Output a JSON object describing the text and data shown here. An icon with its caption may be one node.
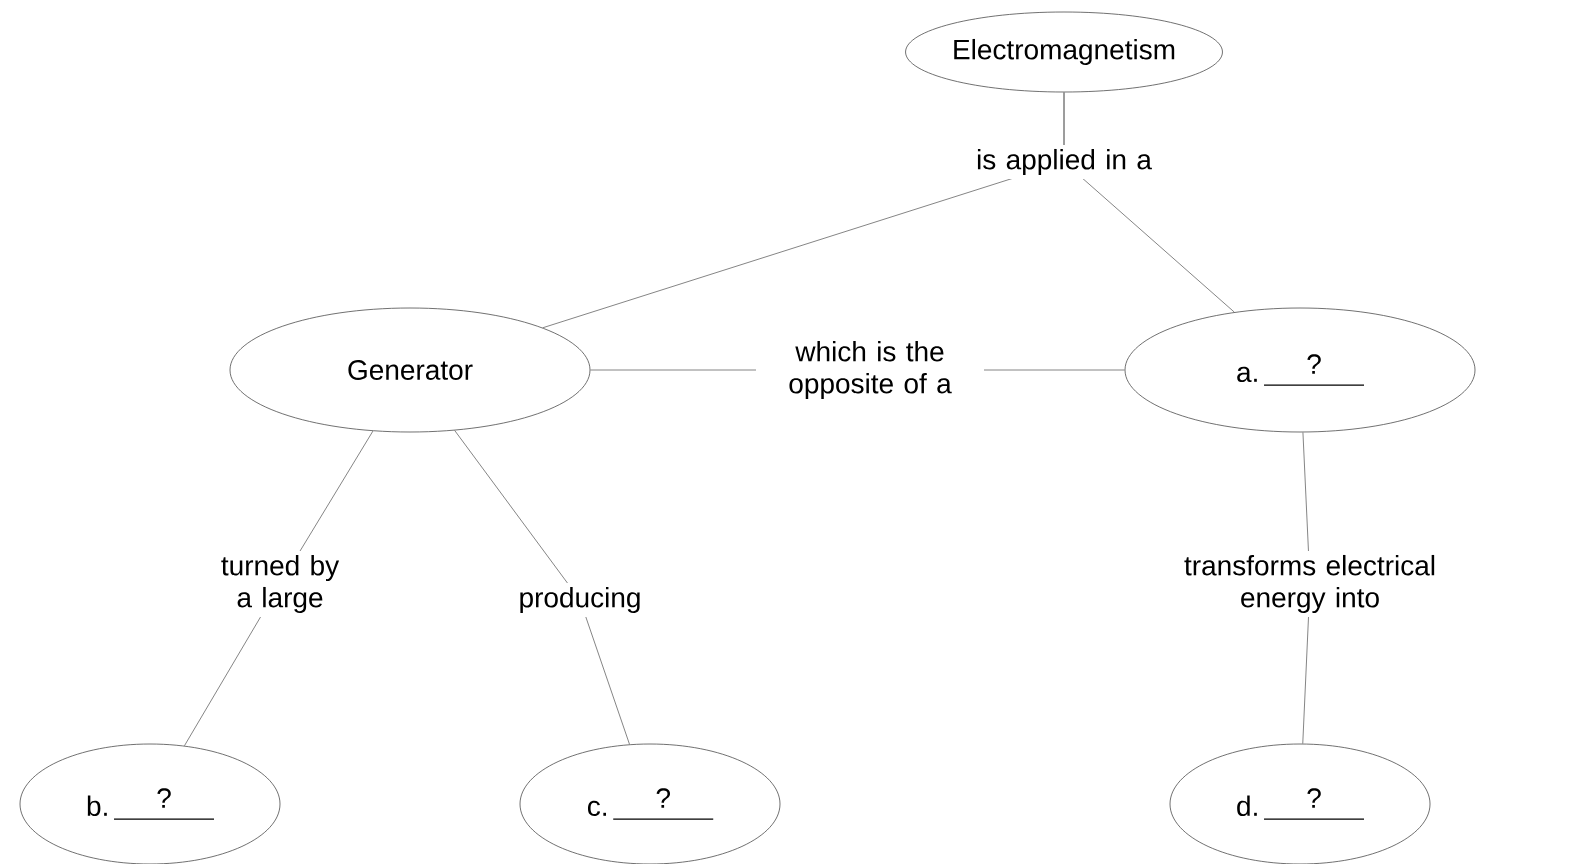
{
  "diagram": {
    "nodes": [
      {
        "text": [
          "Electromagnetism"
        ]
      },
      {
        "text": [
          "Generator"
        ]
      },
      {
        "text": [
          "a.",
          "?"
        ]
      },
      {
        "text": [
          "b.",
          "?"
        ]
      },
      {
        "text": [
          "c.",
          "?"
        ]
      },
      {
        "text": [
          "d.",
          "?"
        ]
      }
    ],
    "edges": [
      {
        "from": 0,
        "to": 1,
        "arrow": "none",
        "label": "is applied in a"
      },
      {
        "from": 0,
        "to": 2,
        "arrow": "none"
      },
      {
        "from": 1,
        "to": 2,
        "arrow": "none",
        "label": "which is the opposite of a"
      },
      {
        "from": 1,
        "to": 3,
        "arrow": "none",
        "label": "turned by a large"
      },
      {
        "from": 1,
        "to": 4,
        "arrow": "none",
        "label": "producing"
      },
      {
        "from": 2,
        "to": 5,
        "arrow": "none",
        "label": "transforms electrical energy into"
      }
    ]
  }
}
